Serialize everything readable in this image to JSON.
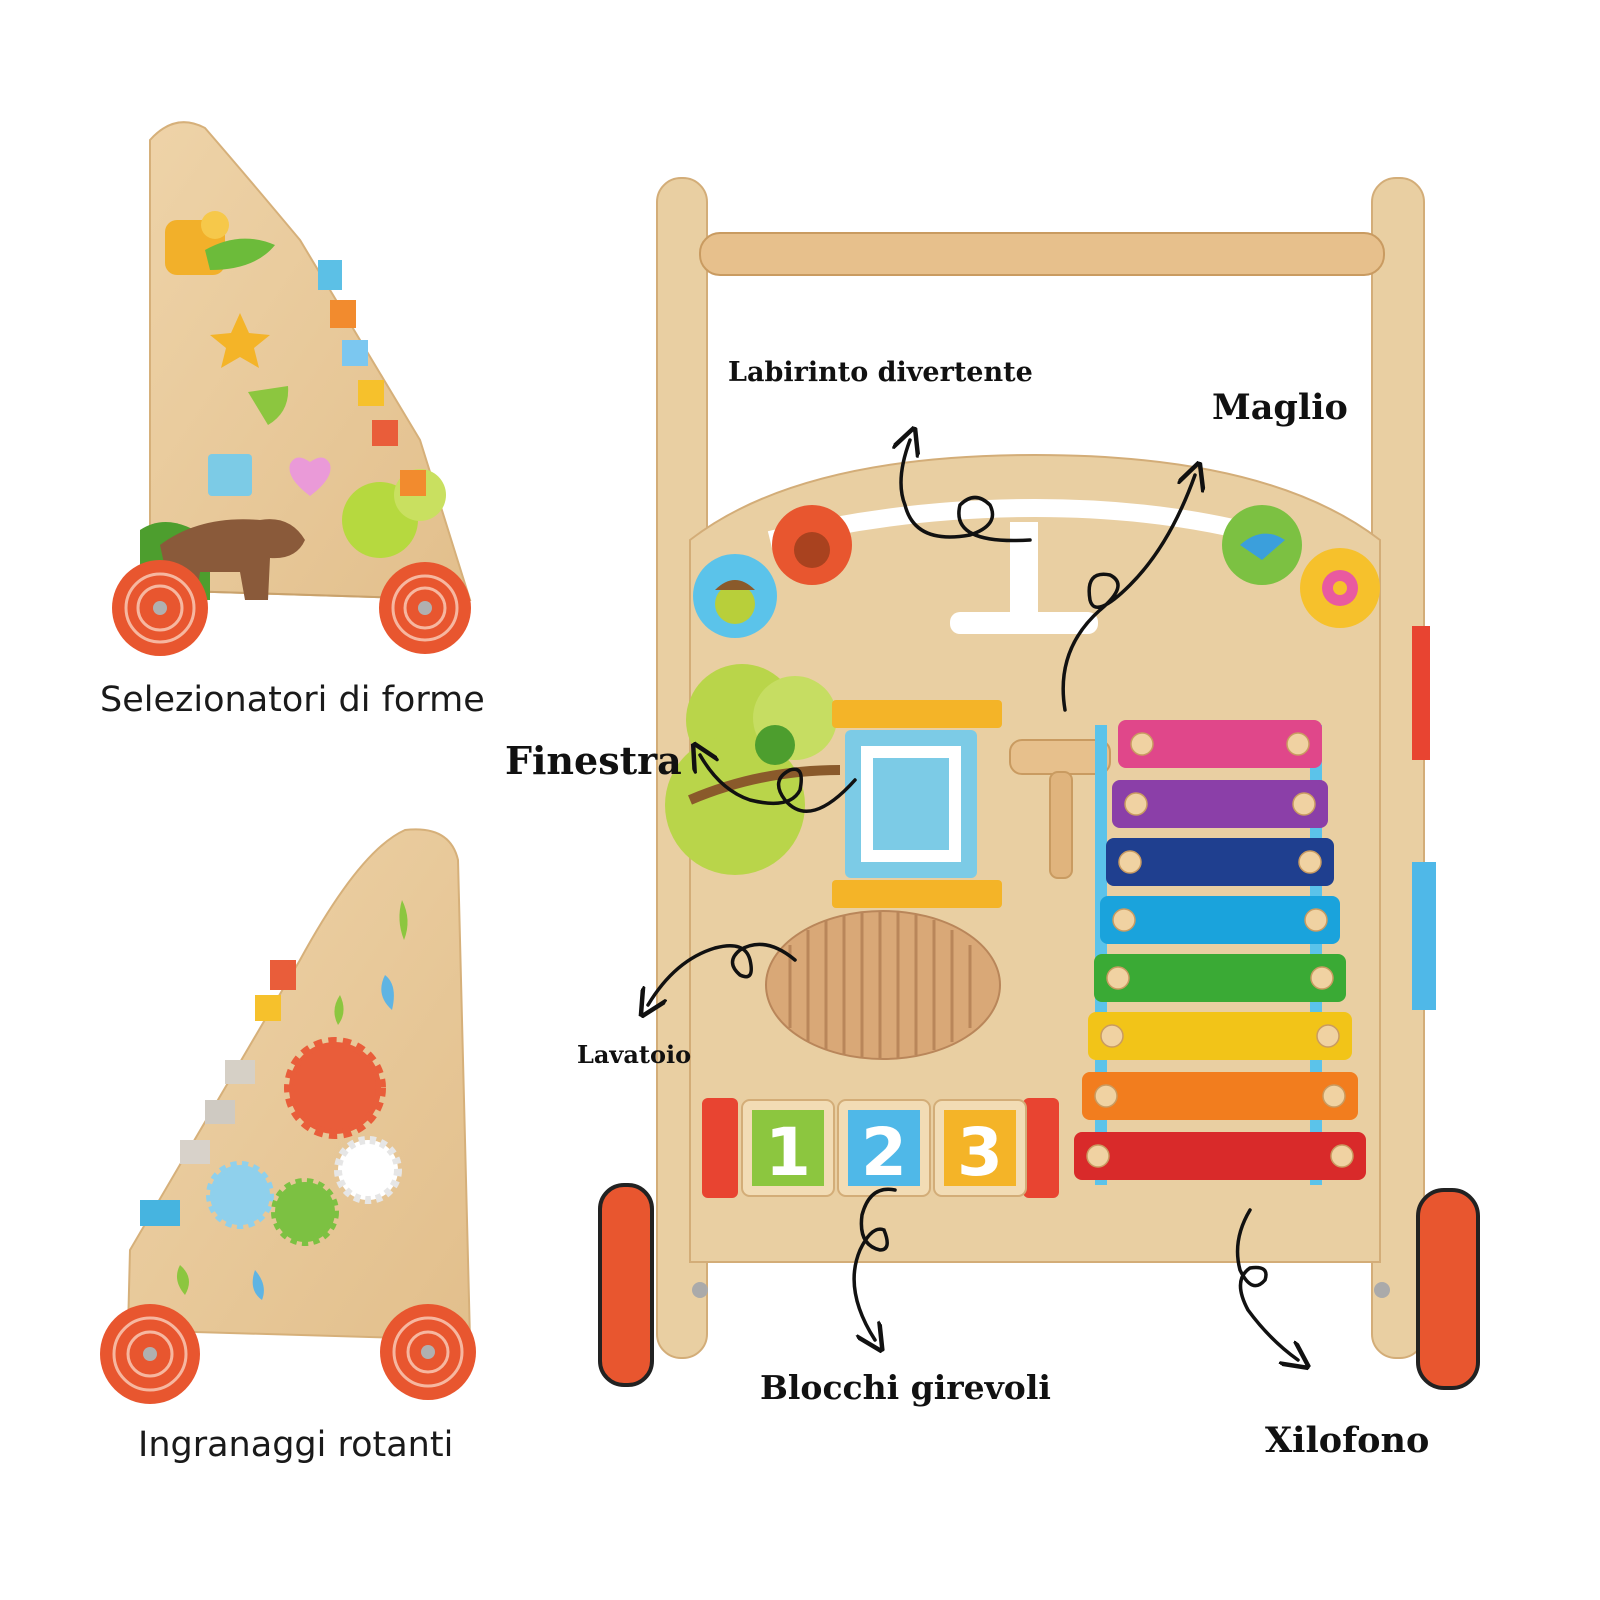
{
  "labels": {
    "selezionatori": "Selezionatori di forme",
    "ingranaggi": "Ingranaggi rotanti",
    "labirinto": "Labirinto divertente",
    "maglio": "Maglio",
    "finestra": "Finestra",
    "lavatoio": "Lavatoio",
    "blocchi": "Blocchi girevoli",
    "xilofono": "Xilofono"
  },
  "blocks": [
    "1",
    "2",
    "3"
  ],
  "colors": {
    "wood": "#e8c99a",
    "wheel": "#e8562f",
    "xylophone": [
      "#e0478a",
      "#8b3fa8",
      "#1f3f8f",
      "#1aa3dc",
      "#3aaa35",
      "#f2c418",
      "#f27d1e",
      "#d92a2a"
    ]
  }
}
